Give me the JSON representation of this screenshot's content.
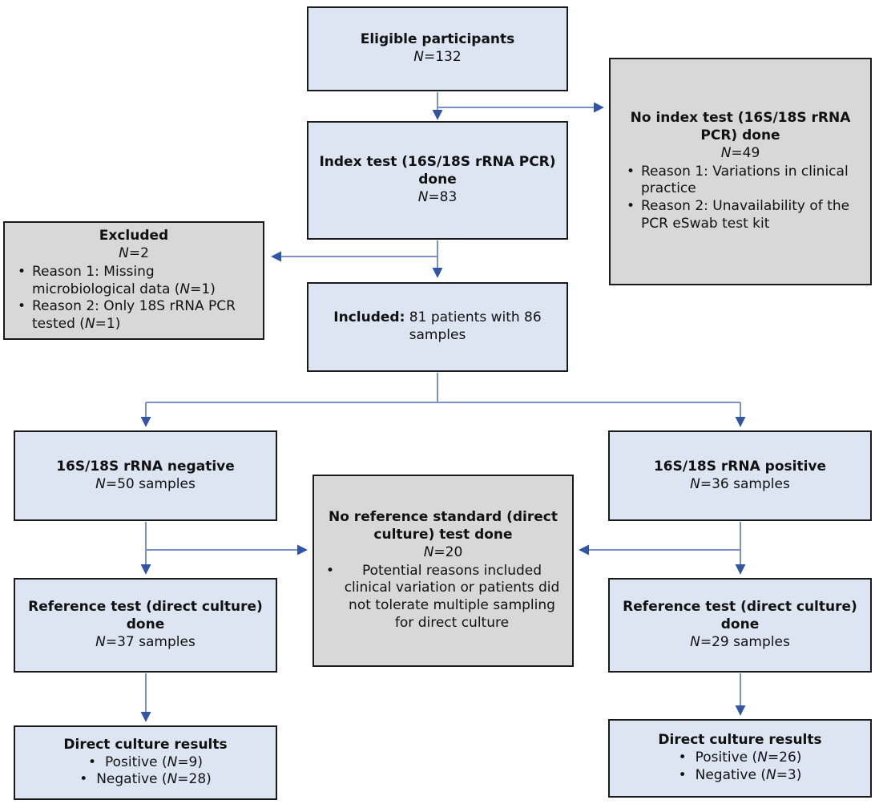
{
  "colors": {
    "box_blue": "#dde4f2",
    "box_gray": "#d8d8d8",
    "border": "#1a1a1a",
    "connector_line": "#7b90cc",
    "arrowhead": "#2f55a4"
  },
  "boxes": {
    "eligible": {
      "title": "Eligible participants",
      "n_italic": "N",
      "n_rest": "=132"
    },
    "no_index": {
      "title": "No index test (16S/18S rRNA PCR) done",
      "n_italic": "N",
      "n_rest": "=49",
      "bullets": [
        {
          "pre": "Reason 1: Variations in clinical practice",
          "n": "",
          "post": ""
        },
        {
          "pre": "Reason 2: Unavailability of the PCR eSwab test kit",
          "n": "",
          "post": ""
        }
      ]
    },
    "index_test": {
      "title": "Index test (16S/18S rRNA PCR) done",
      "n_italic": "N",
      "n_rest": "=83"
    },
    "excluded": {
      "title": "Excluded",
      "n_italic": "N",
      "n_rest": "=2",
      "bullets": [
        {
          "pre": "Reason 1: Missing microbiological data (",
          "n": "N",
          "post": "=1)"
        },
        {
          "pre": "Reason 2: Only 18S rRNA PCR tested (",
          "n": "N",
          "post": "=1)"
        }
      ]
    },
    "included": {
      "title_bold": "Included:",
      "title_rest": " 81 patients with 86 samples"
    },
    "rrna_negative": {
      "title": "16S/18S rRNA negative",
      "n_italic": "N",
      "n_rest": "=50 samples"
    },
    "no_reference": {
      "title": "No reference standard (direct culture) test done",
      "n_italic": "N",
      "n_rest": "=20",
      "bullets": [
        {
          "pre": "Potential reasons included clinical variation or patients did not tolerate multiple sampling for direct culture",
          "n": "",
          "post": ""
        }
      ]
    },
    "rrna_positive": {
      "title": "16S/18S rRNA positive",
      "n_italic": "N",
      "n_rest": "=36 samples"
    },
    "reference_left": {
      "title": "Reference test (direct culture) done",
      "n_italic": "N",
      "n_rest": "=37 samples"
    },
    "reference_right": {
      "title": "Reference test (direct culture) done",
      "n_italic": "N",
      "n_rest": "=29 samples"
    },
    "results_left": {
      "title": "Direct culture results",
      "bullets": [
        {
          "pre": "Positive (",
          "n": "N",
          "post": "=9)"
        },
        {
          "pre": "Negative (",
          "n": "N",
          "post": "=28)"
        }
      ]
    },
    "results_right": {
      "title": "Direct culture results",
      "bullets": [
        {
          "pre": "Positive (",
          "n": "N",
          "post": "=26)"
        },
        {
          "pre": "Negative (",
          "n": "N",
          "post": "=3)"
        }
      ]
    }
  }
}
